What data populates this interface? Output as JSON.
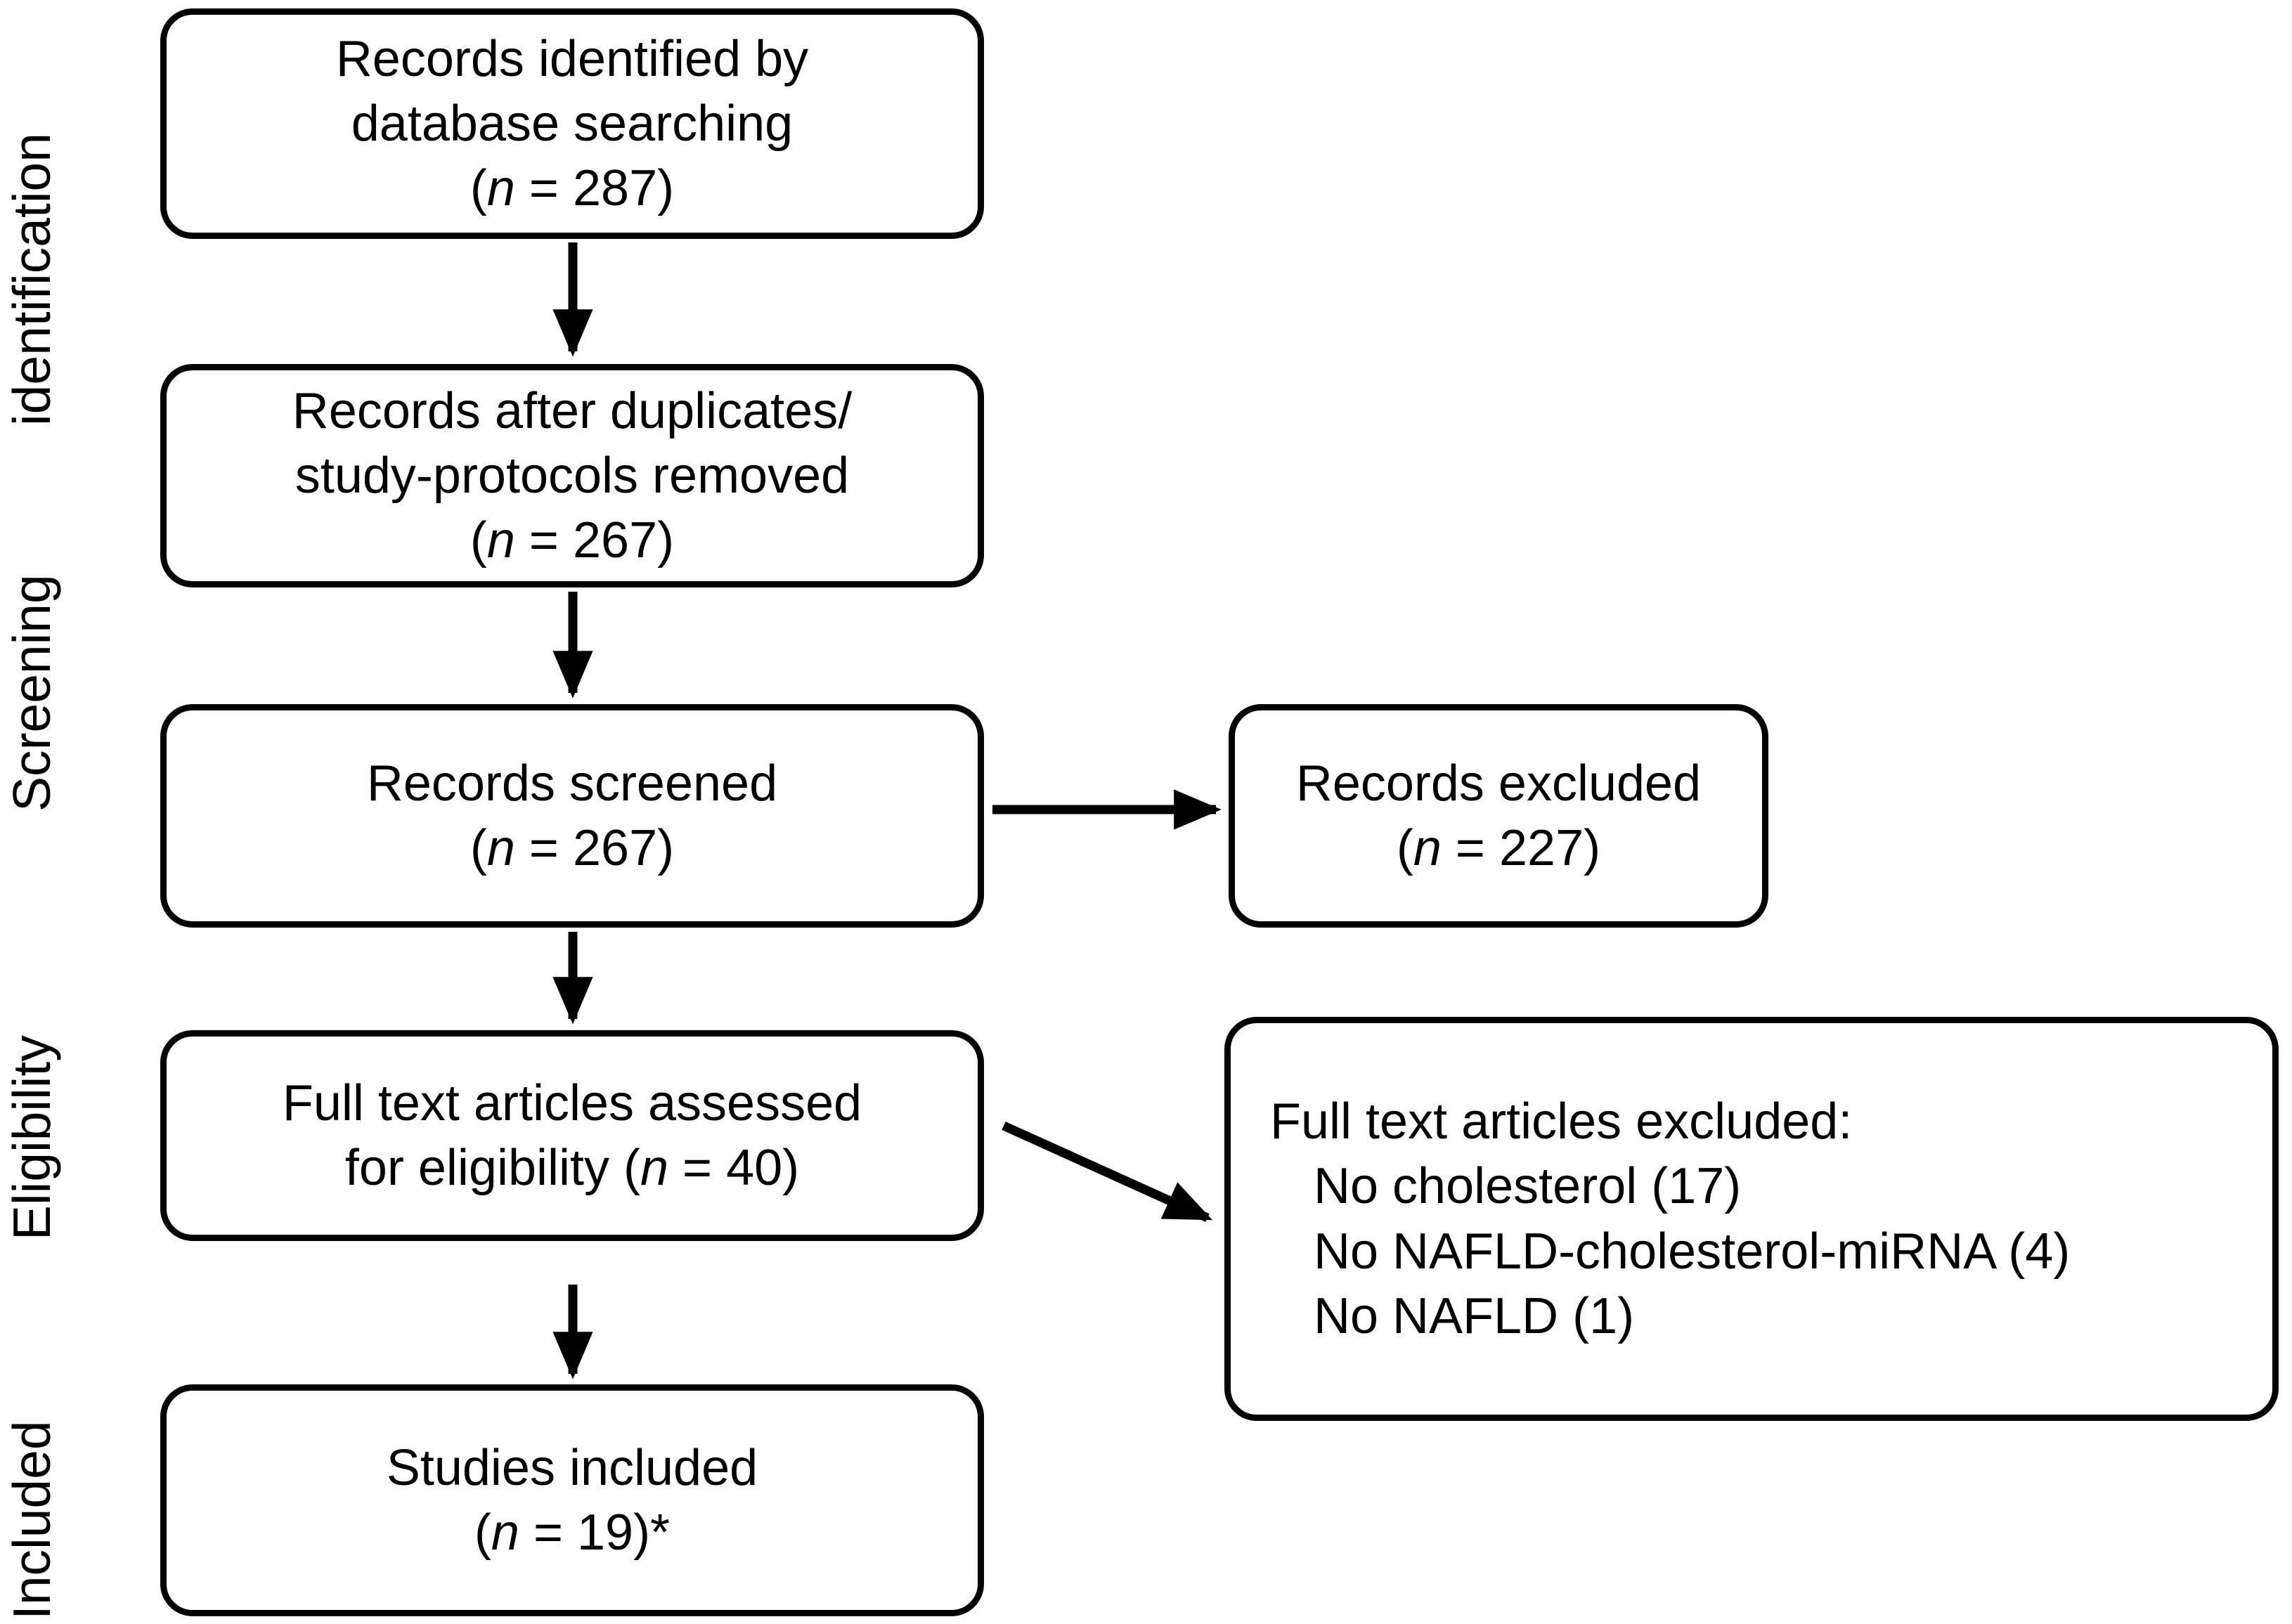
{
  "diagram": {
    "type": "prisma-flow-diagram",
    "stages": [
      {
        "id": "identification",
        "label": "identification"
      },
      {
        "id": "screening",
        "label": "Screening"
      },
      {
        "id": "eligibility",
        "label": "Eligibility"
      },
      {
        "id": "included",
        "label": "Included"
      }
    ],
    "boxes": {
      "identified": {
        "line1": "Records identified by",
        "line2": "database searching",
        "count_open": "(",
        "count_n": "n",
        "count_value": " = 287)"
      },
      "deduped": {
        "line1": "Records after duplicates/",
        "line2": "study-protocols removed",
        "count_open": "(",
        "count_n": "n",
        "count_value": " = 267)"
      },
      "screened": {
        "line1": "Records screened",
        "count_open": "(",
        "count_n": "n",
        "count_value": " = 267)"
      },
      "records_excluded": {
        "line1": "Records excluded",
        "count_open": "(",
        "count_n": "n",
        "count_value": " = 227)"
      },
      "fulltext_assessed": {
        "line1": "Full text articles assessed",
        "line2_pre": "for eligibility (",
        "line2_n": "n",
        "line2_post": " = 40)"
      },
      "fulltext_excluded": {
        "heading": "Full text articles excluded:",
        "reasons": [
          "No cholesterol (17)",
          "No NAFLD-cholesterol-miRNA (4)",
          "No NAFLD (1)"
        ]
      },
      "studies_included": {
        "line1": "Studies included",
        "count_open": "(",
        "count_n": "n",
        "count_value": " = 19)*"
      }
    },
    "arrows": [
      {
        "id": "identified-to-deduped",
        "direction": "down"
      },
      {
        "id": "deduped-to-screened",
        "direction": "down"
      },
      {
        "id": "screened-to-records-excluded",
        "direction": "right"
      },
      {
        "id": "screened-to-fulltext",
        "direction": "down"
      },
      {
        "id": "fulltext-to-ft-excluded",
        "direction": "diagonal-down-right"
      },
      {
        "id": "fulltext-to-included",
        "direction": "down"
      }
    ],
    "colors": {
      "stroke": "#000000",
      "fill": "#ffffff",
      "text": "#000000"
    }
  }
}
